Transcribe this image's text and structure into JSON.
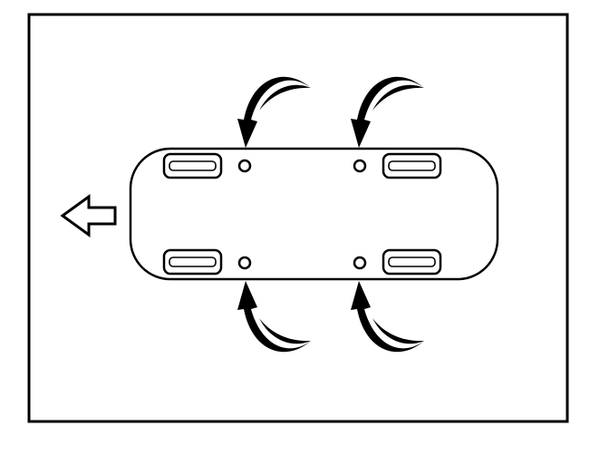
{
  "diagram": {
    "subject": "vehicle-top-view",
    "direction_of_travel": "left",
    "points_count": 4,
    "colors": {
      "ink": "#000000",
      "background": "#ffffff"
    },
    "icons": {
      "direction": "arrow-left-outline",
      "indicator": "curved-arrow",
      "point": "lift-point-circle"
    }
  }
}
